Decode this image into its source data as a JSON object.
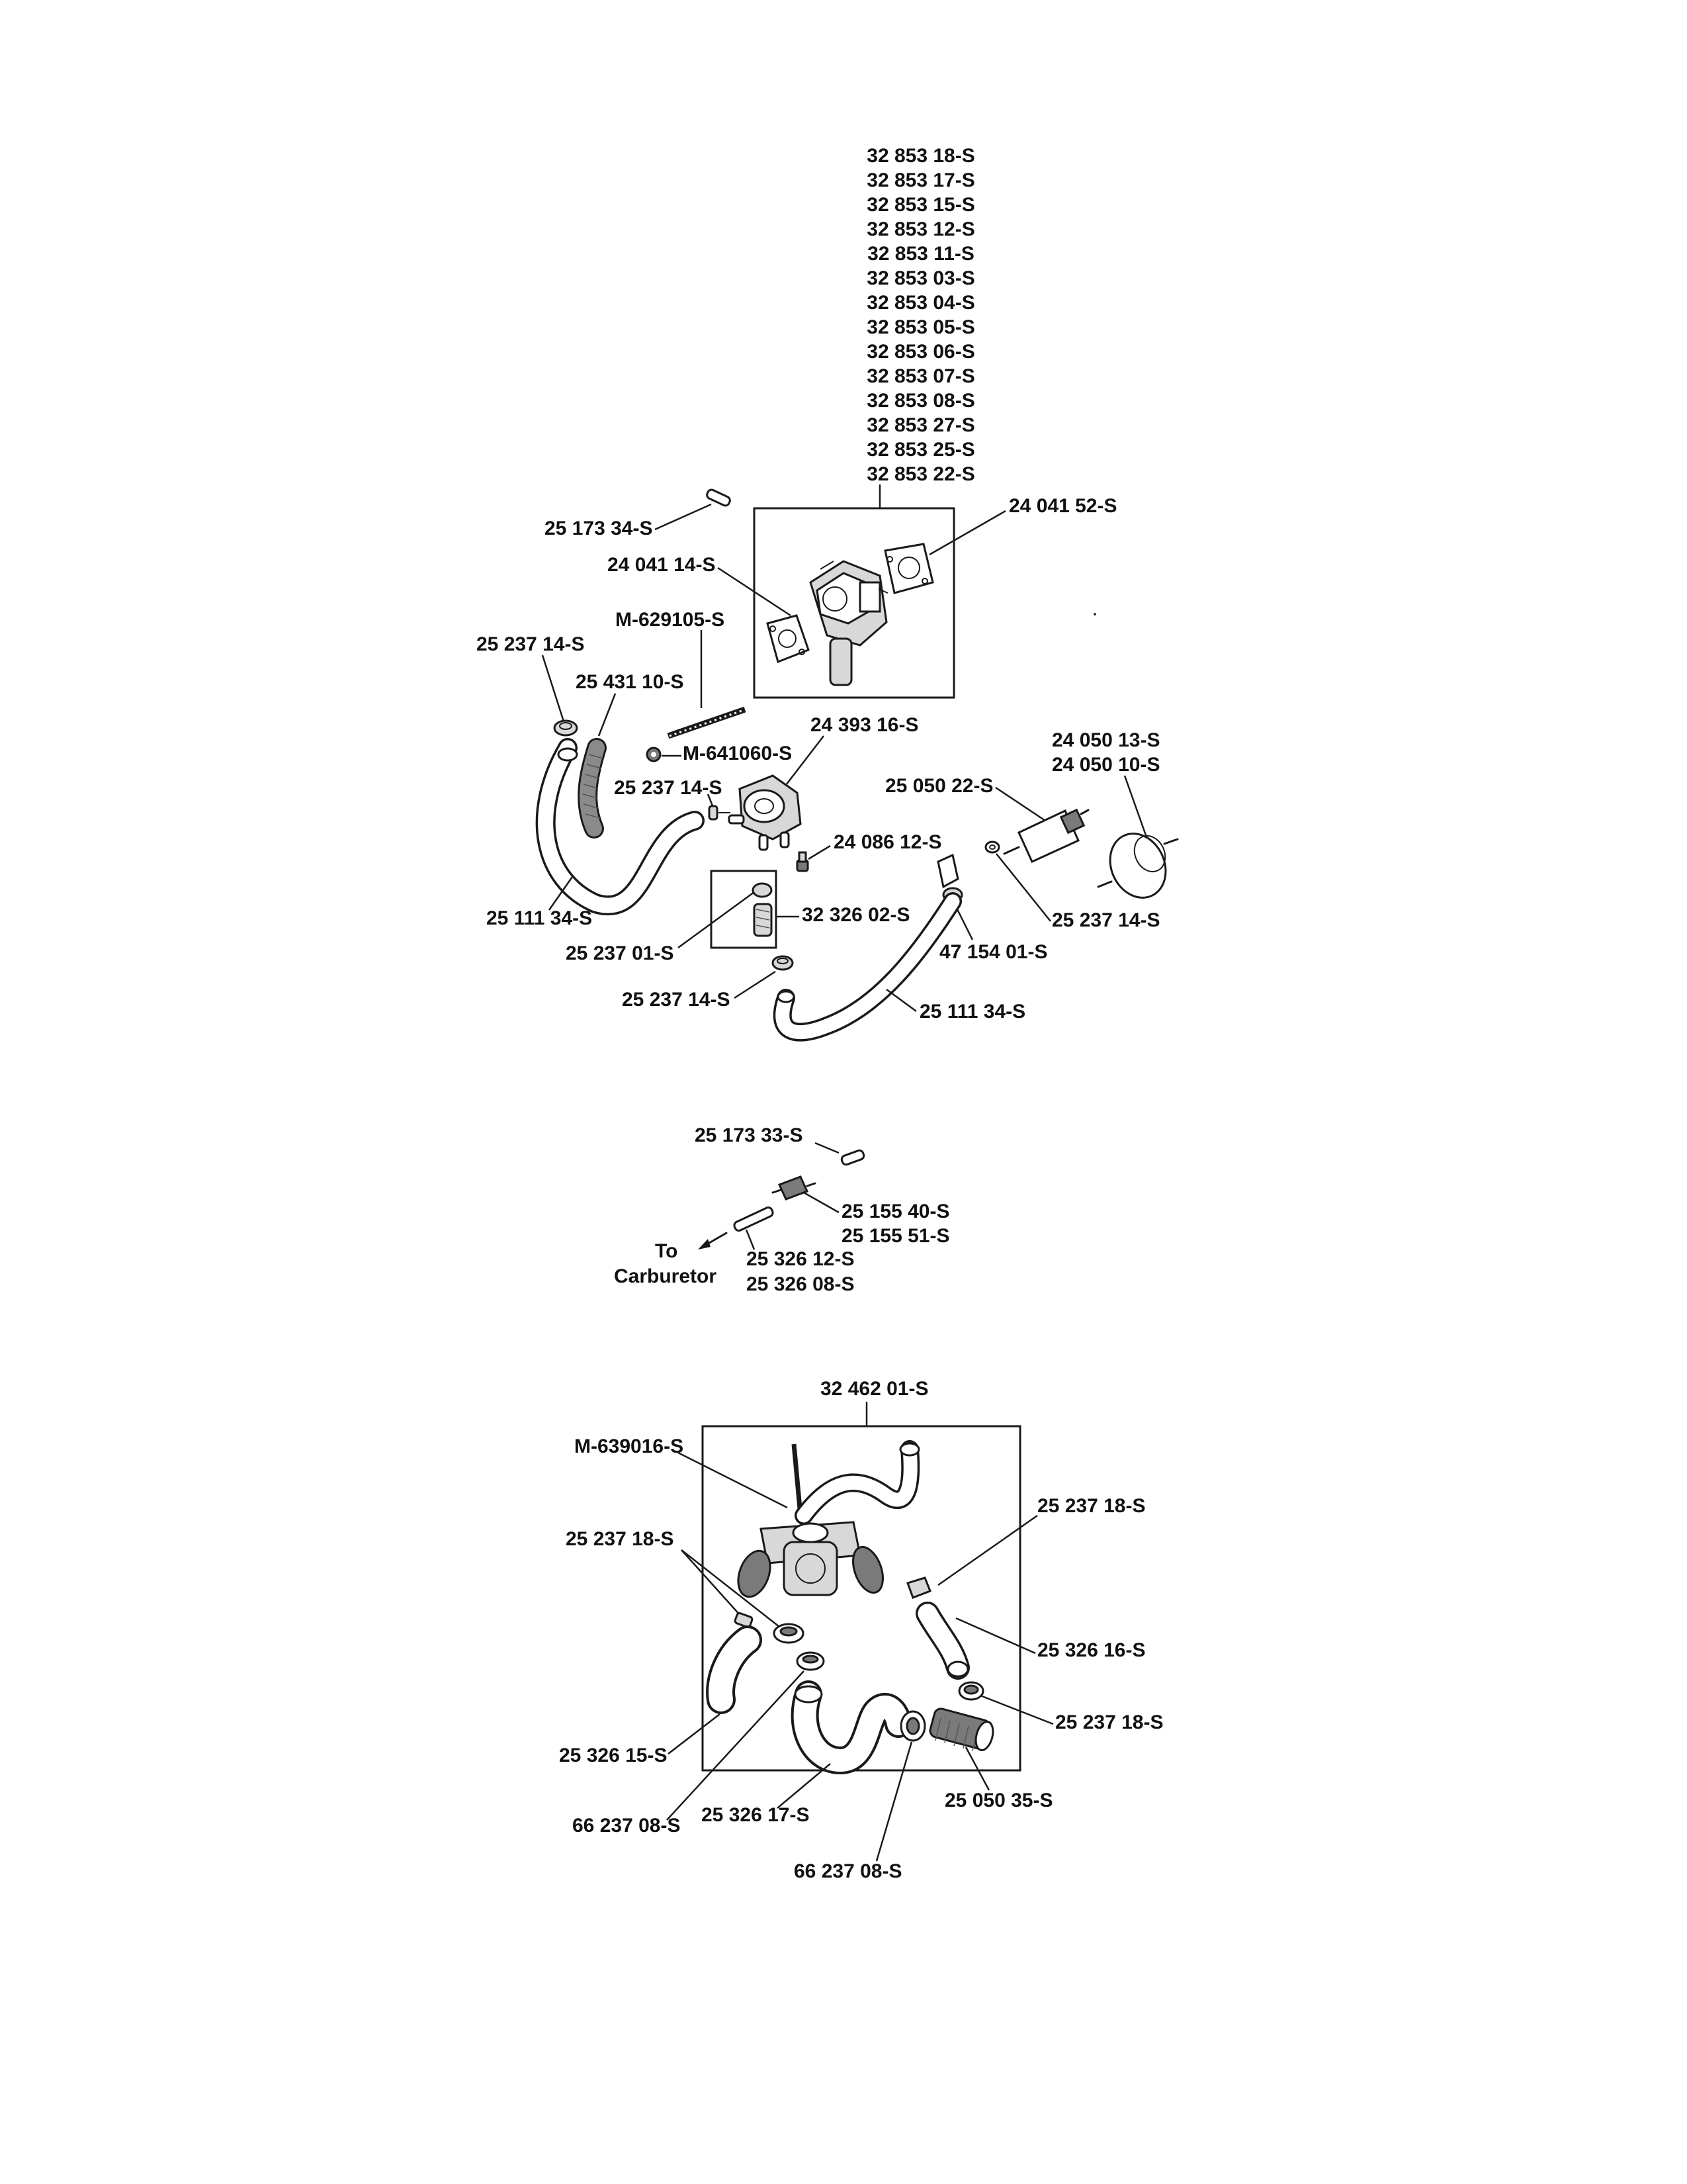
{
  "carburetor_section": {
    "carb_part_numbers": [
      "32 853 18-S",
      "32 853 17-S",
      "32 853 15-S",
      "32 853 12-S",
      "32 853 11-S",
      "32 853 03-S",
      "32 853 04-S",
      "32 853 05-S",
      "32 853 06-S",
      "32 853 07-S",
      "32 853 08-S",
      "32 853 27-S",
      "32 853 25-S",
      "32 853 22-S"
    ],
    "labels": {
      "vent_tube": "25 173 34-S",
      "gasket_right": "24 041 52-S",
      "gasket_left": "24 041 14-S",
      "screw": "M-629105-S",
      "clamp_top": "25 237 14-S",
      "hose_short": "25 431 10-S",
      "fuel_pump": "24 393 16-S",
      "nut": "M-641060-S",
      "clamp_pump": "25 237 14-S",
      "filter_a": "25 050 22-S",
      "filter_b_1": "24 050 13-S",
      "filter_b_2": "24 050 10-S",
      "fitting": "24 086 12-S",
      "fuel_line_left": "25 111 34-S",
      "hose_boxed": "32 326 02-S",
      "clamp_boxed": "25 237 01-S",
      "clamp_right": "25 237 14-S",
      "line_clip": "47 154 01-S",
      "clamp_bottom": "25 237 14-S",
      "fuel_line_bottom": "25 111 34-S"
    }
  },
  "vent_section": {
    "labels": {
      "tube_top": "25 173 33-S",
      "valve_1": "25 155 40-S",
      "valve_2": "25 155 51-S",
      "to_1": "To",
      "to_2": "Carburetor",
      "tube_1": "25 326 12-S",
      "tube_2": "25 326  08-S"
    }
  },
  "valve_section": {
    "labels": {
      "kit": "32 462 01-S",
      "screw": "M-639016-S",
      "clamp_left": "25 237 18-S",
      "clamp_right_top": "25 237 18-S",
      "hose_right": "25 326 16-S",
      "clamp_right_bottom": "25 237 18-S",
      "hose_left": "25 326 15-S",
      "strainer": "25 050 35-S",
      "clamp_bottom_left": "66 237 08-S",
      "hose_bottom": "25 326 17-S",
      "clamp_bottom_mid": "66 237 08-S"
    }
  }
}
